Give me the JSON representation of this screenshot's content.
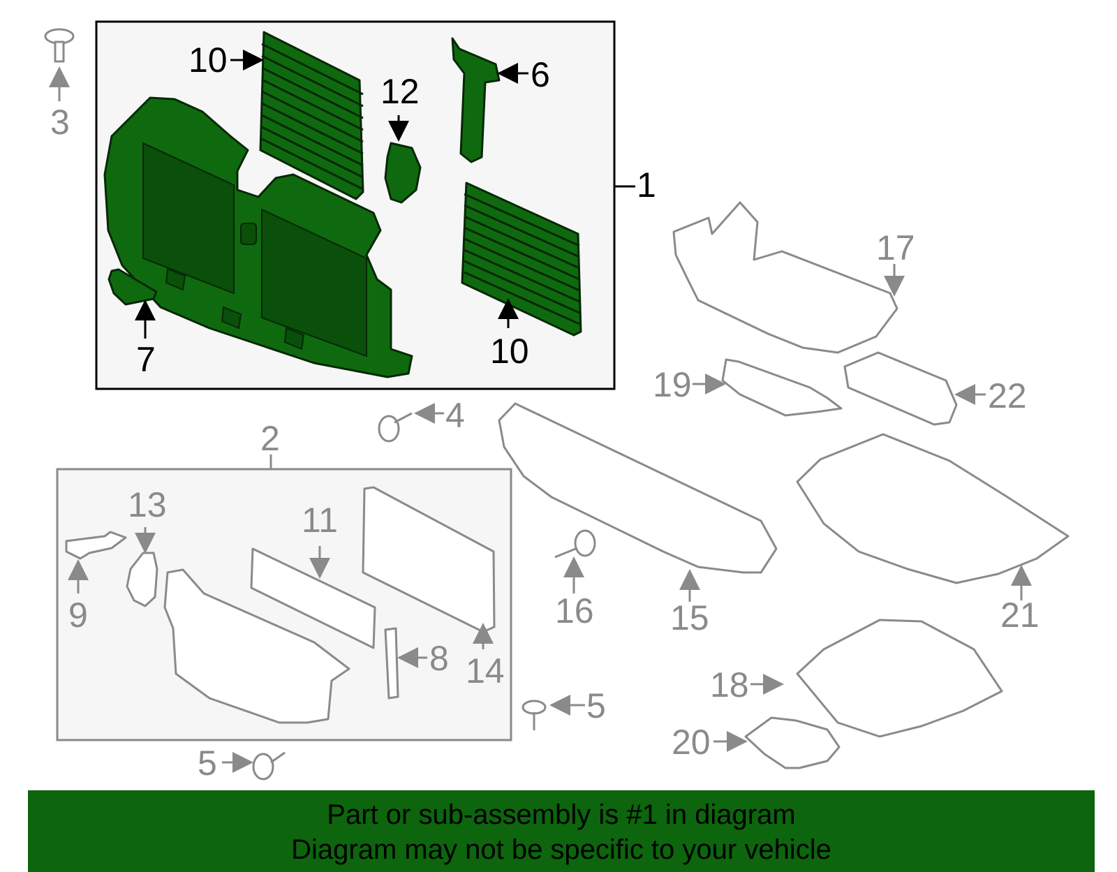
{
  "callouts": {
    "c1": "1",
    "c2": "2",
    "c3": "3",
    "c4": "4",
    "c5a": "5",
    "c5b": "5",
    "c6": "6",
    "c7": "7",
    "c8": "8",
    "c9": "9",
    "c10a": "10",
    "c10b": "10",
    "c11": "11",
    "c12": "12",
    "c13": "13",
    "c14": "14",
    "c15": "15",
    "c16": "16",
    "c17": "17",
    "c18": "18",
    "c19": "19",
    "c20": "20",
    "c21": "21",
    "c22": "22"
  },
  "banner": {
    "line1": "Part or sub-assembly is #1 in diagram",
    "line2": "Diagram may not be specific to your vehicle"
  },
  "colors": {
    "highlight_green": "#0f6a0f",
    "banner_green": "#0d650d",
    "outline_gray": "#8a8a8a"
  }
}
